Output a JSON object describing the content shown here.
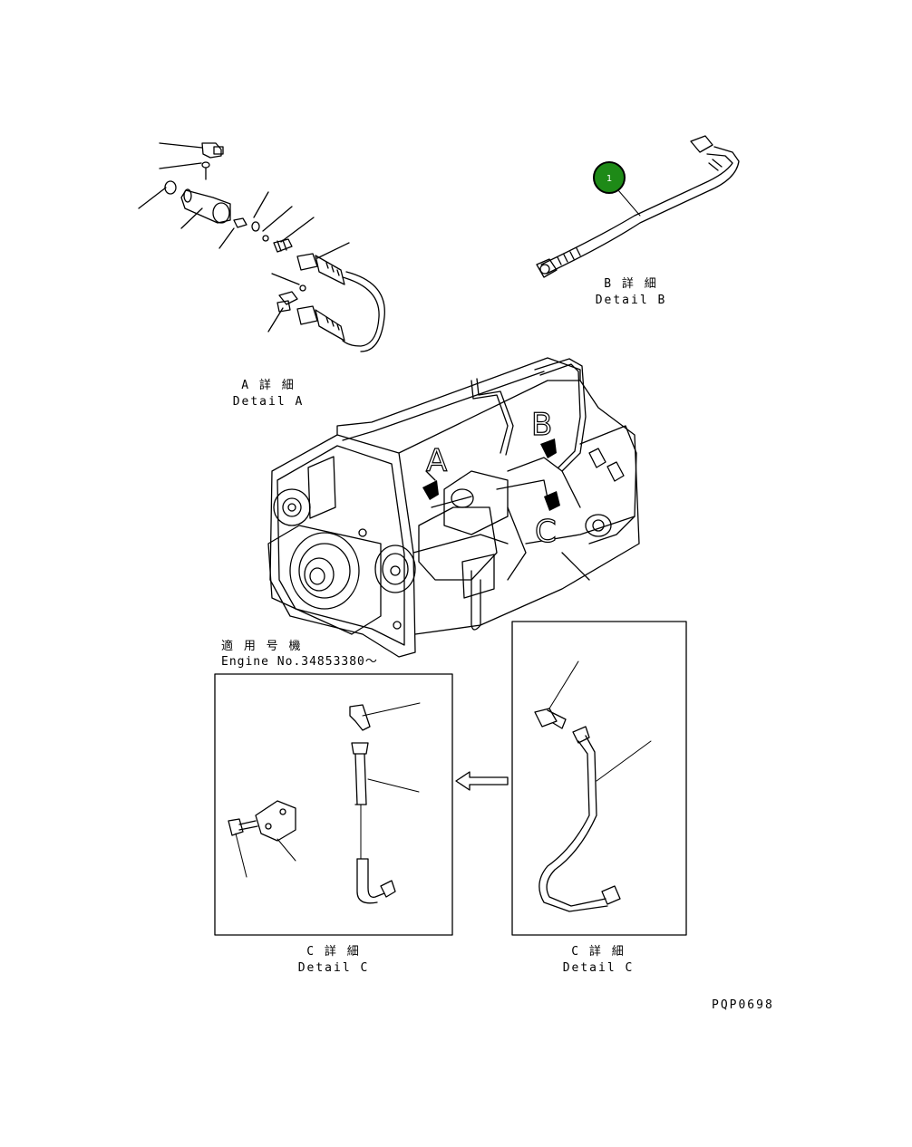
{
  "drawing_code": "PQP0698",
  "callout": {
    "number": "1",
    "color": "#1e8a17",
    "ring_color": "#000000"
  },
  "details": {
    "a": {
      "jp": "A 詳 細",
      "en": "Detail A"
    },
    "b": {
      "jp": "B 詳 細",
      "en": "Detail B"
    },
    "c_left": {
      "jp": "C 詳 細",
      "en": "Detail C"
    },
    "c_right": {
      "jp": "C 詳 細",
      "en": "Detail C"
    }
  },
  "applicability": {
    "jp": "適 用 号 機",
    "en": "Engine No.34853380～"
  },
  "engine_markers": {
    "a": "A",
    "b": "B",
    "c": "C"
  }
}
